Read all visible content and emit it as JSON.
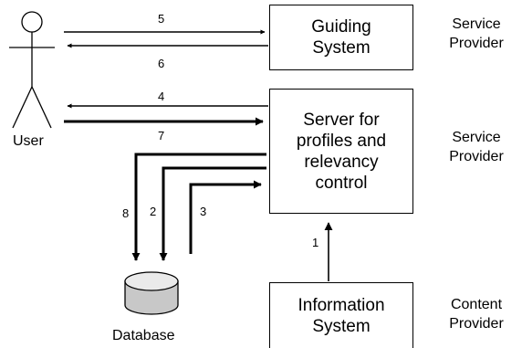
{
  "actors": {
    "user": "User",
    "database": "Database"
  },
  "boxes": {
    "guiding": "Guiding\nSystem",
    "server": "Server for\nprofiles and\nrelevancy\ncontrol",
    "info": "Information\nSystem"
  },
  "roles": {
    "guiding": "Service\nProvider",
    "server": "Service\nProvider",
    "info": "Content\nProvider"
  },
  "flows": [
    "1",
    "2",
    "3",
    "4",
    "5",
    "6",
    "7",
    "8"
  ]
}
